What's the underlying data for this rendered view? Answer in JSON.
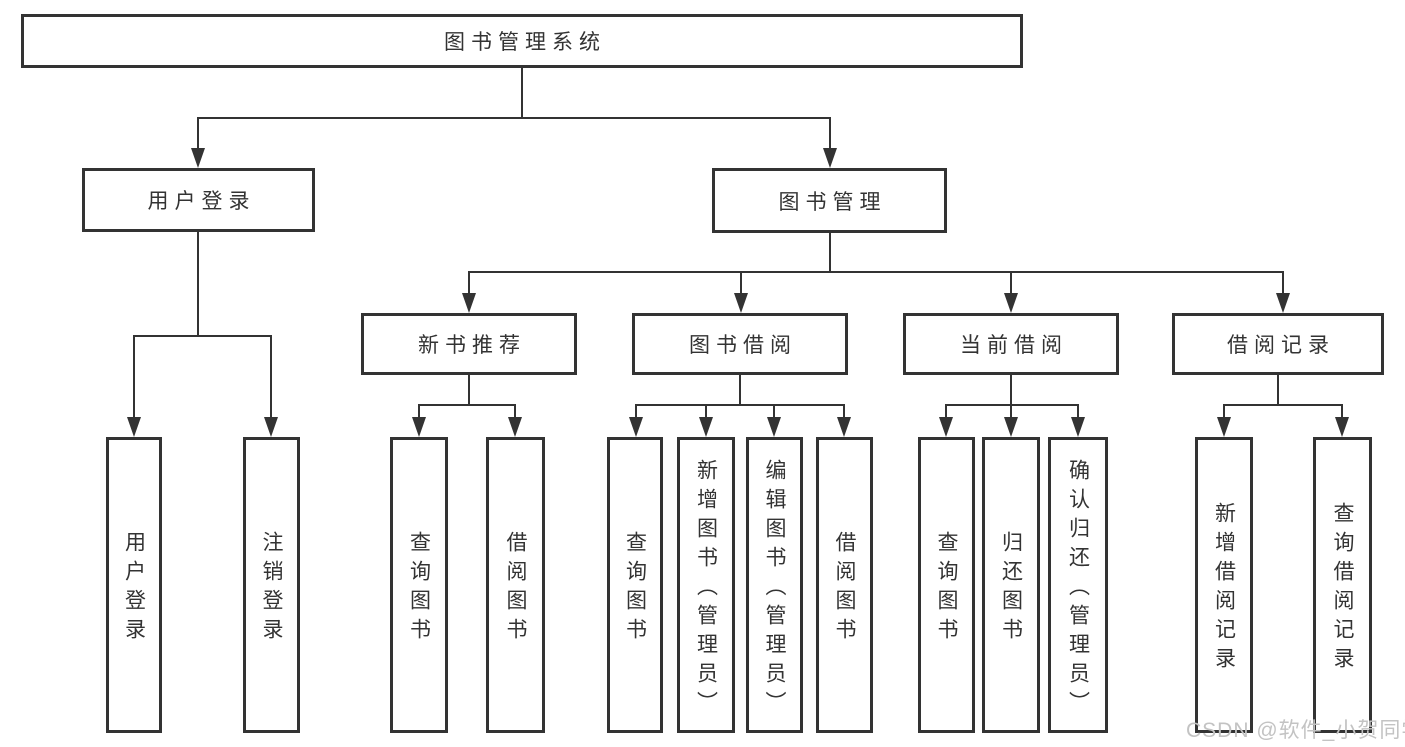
{
  "colors": {
    "line": "#333333",
    "text": "#333333",
    "box_background": "#ffffff",
    "page_background": "#ffffff",
    "watermark": "#c3c3c3"
  },
  "watermark": {
    "text": "CSDN @软件_小贺同学"
  },
  "tree": {
    "root": {
      "label": "图书管理系统"
    },
    "branches": [
      {
        "label": "用户登录",
        "children": [
          {
            "label": "用户登录"
          },
          {
            "label": "注销登录"
          }
        ]
      },
      {
        "label": "图书管理",
        "children": [
          {
            "label": "新书推荐",
            "children": [
              {
                "label": "查询图书"
              },
              {
                "label": "借阅图书"
              }
            ]
          },
          {
            "label": "图书借阅",
            "children": [
              {
                "label": "查询图书"
              },
              {
                "label": "新增图书（管理员）"
              },
              {
                "label": "编辑图书（管理员）"
              },
              {
                "label": "借阅图书"
              }
            ]
          },
          {
            "label": "当前借阅",
            "children": [
              {
                "label": "查询图书"
              },
              {
                "label": "归还图书"
              },
              {
                "label": "确认归还（管理员）"
              }
            ]
          },
          {
            "label": "借阅记录",
            "children": [
              {
                "label": "新增借阅记录"
              },
              {
                "label": "查询借阅记录"
              }
            ]
          }
        ]
      }
    ]
  }
}
